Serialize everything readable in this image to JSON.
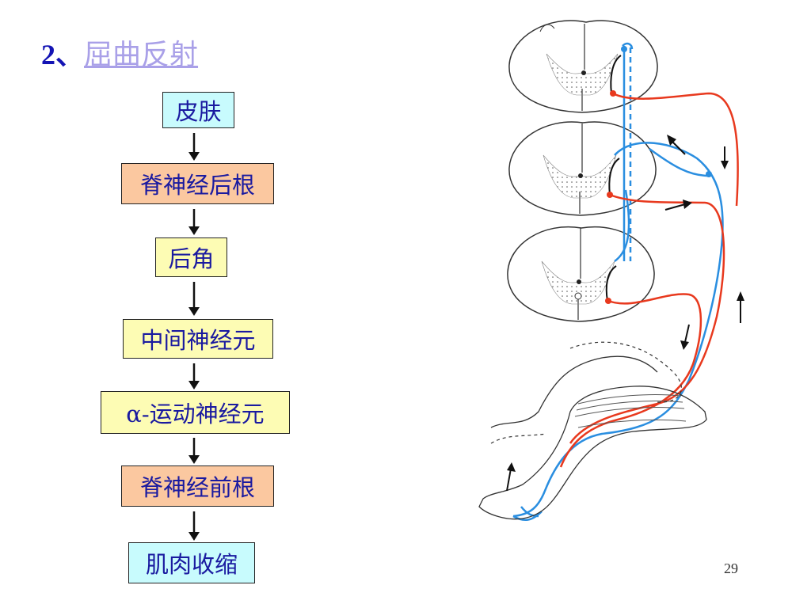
{
  "title": {
    "number": "2、",
    "text": "屈曲反射"
  },
  "flow_steps": [
    {
      "label": "皮肤",
      "color": "#c8fbfd"
    },
    {
      "label": "脊神经后根",
      "color": "#fbc8a0"
    },
    {
      "label": "后角",
      "color": "#fdfcb4"
    },
    {
      "label": "中间神经元",
      "color": "#fdfcb4"
    },
    {
      "label": "α-运动神经元",
      "color": "#fdfcb4"
    },
    {
      "label": "脊神经前根",
      "color": "#fbc8a0"
    },
    {
      "label": "肌肉收缩",
      "color": "#c8fbfd"
    }
  ],
  "illustration": {
    "subject": "spinal-cord-sections-and-leg",
    "afferent_color": "#2a8ee0",
    "efferent_color": "#e8391e"
  },
  "page_number": "29"
}
